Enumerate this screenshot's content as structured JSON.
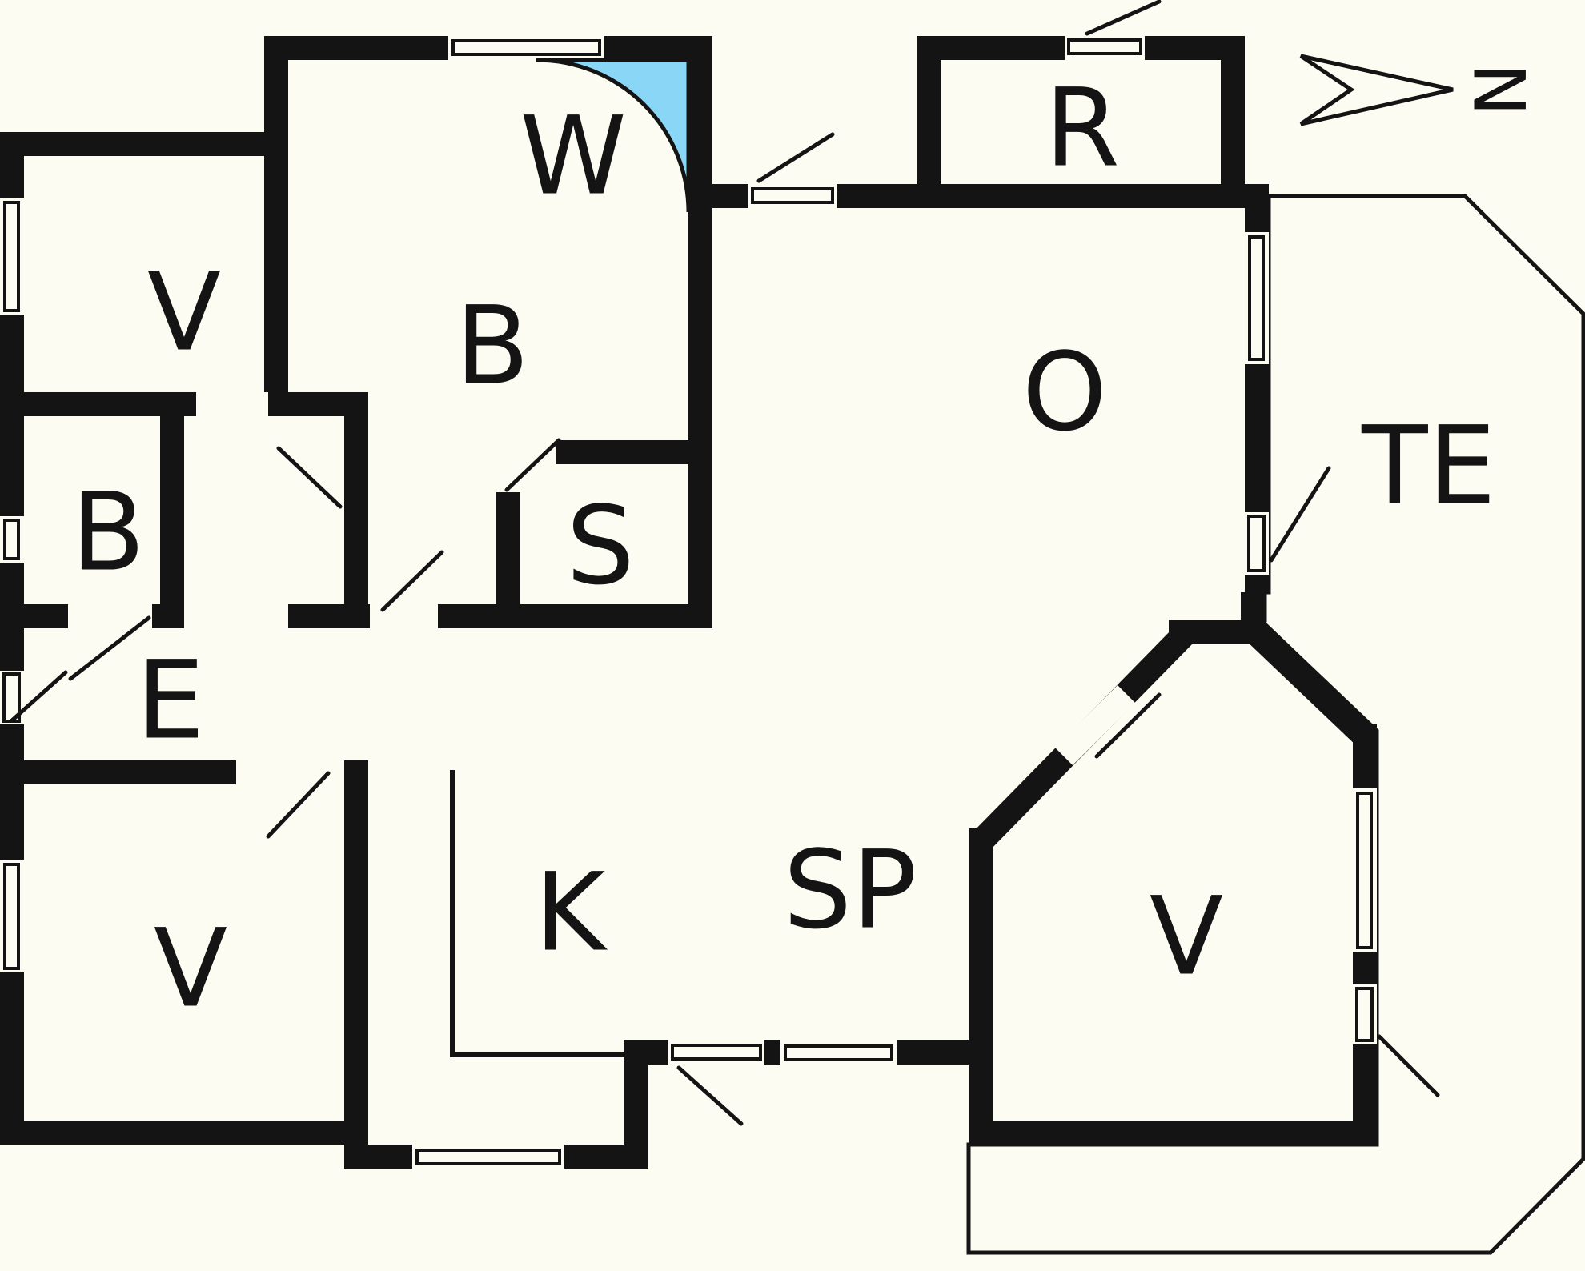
{
  "figure": {
    "kind": "floor-plan",
    "description": "Holiday house floor plan with terrace"
  },
  "colors": {
    "wall": "#141414",
    "floor": "#fdfcf2",
    "shower": "#8ad6f7"
  },
  "compass": {
    "label": "N"
  },
  "rooms": [
    {
      "id": "bedroom-top-left",
      "label": "V"
    },
    {
      "id": "bathroom-small",
      "label": "B"
    },
    {
      "id": "shower-corner",
      "label": "W"
    },
    {
      "id": "bathroom-main",
      "label": "B"
    },
    {
      "id": "sauna",
      "label": "S"
    },
    {
      "id": "entrance-hall",
      "label": "E"
    },
    {
      "id": "bedroom-bottom-left",
      "label": "V"
    },
    {
      "id": "kitchen",
      "label": "K"
    },
    {
      "id": "dining",
      "label": "SP"
    },
    {
      "id": "living-room",
      "label": "O"
    },
    {
      "id": "shed",
      "label": "R"
    },
    {
      "id": "terrace",
      "label": "TE"
    },
    {
      "id": "bedroom-right",
      "label": "V"
    }
  ]
}
